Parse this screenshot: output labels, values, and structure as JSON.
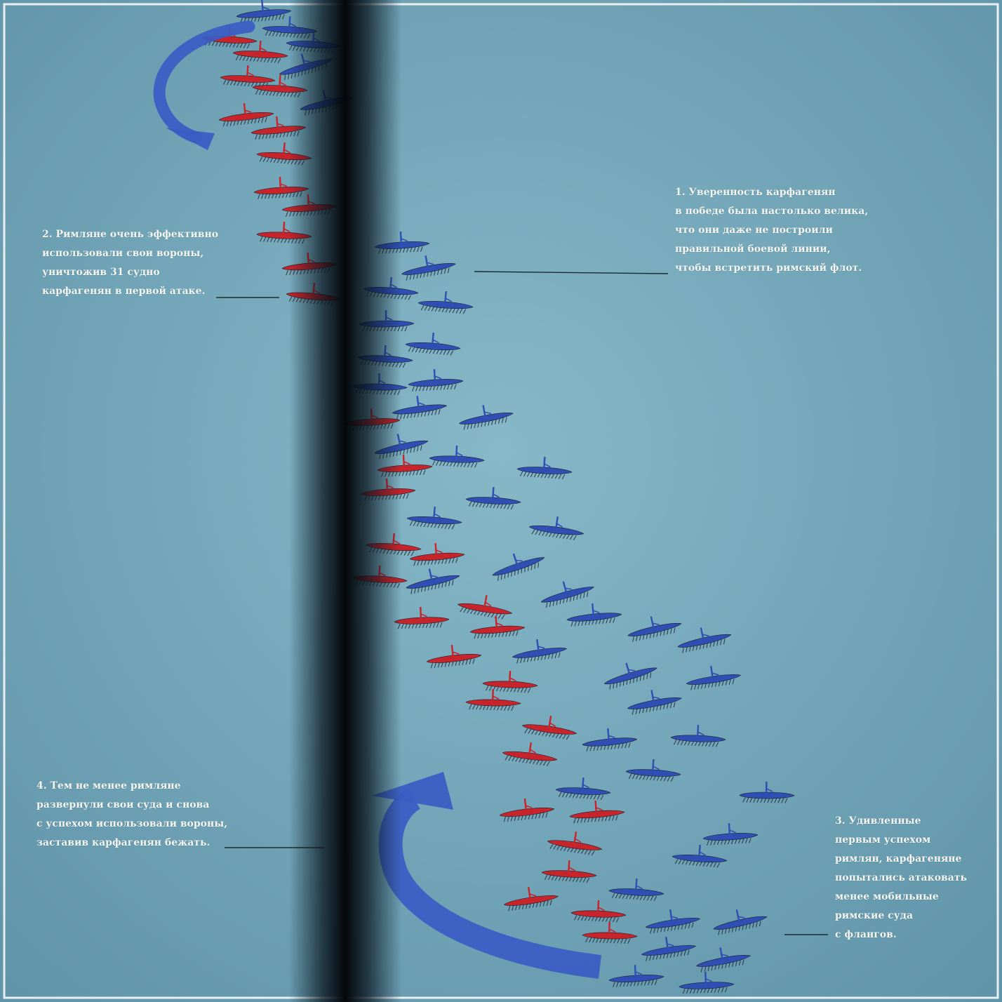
{
  "annotations": {
    "note_1": [
      "1. Уверенность карфагенян",
      "в победе была настолько велика,",
      "что они даже не построили",
      "правильной боевой линии,",
      "чтобы встретить римский флот."
    ],
    "note_2": [
      "2. Римляне очень эффективно",
      "использовали свои вороны,",
      "уничтожив 31 судно",
      "карфагенян в первой атаке."
    ],
    "note_3": [
      "3. Удивленные",
      "первым успехом",
      "римлян, карфагеняне",
      "попытались атаковать",
      "менее мобильные",
      "римские суда",
      "с флангов."
    ],
    "note_4": [
      "4. Тем не менее римляне",
      "развернули свои суда и снова",
      "с успехом использовали вороны,",
      "заставив карфагенян бежать."
    ]
  },
  "colors": {
    "sea": "#6fa3b6",
    "carthaginian_ships": "#c8242b",
    "roman_ships": "#2f4fb4",
    "movement_arrows": "#3a5cc4",
    "text": "#f4f7f2"
  },
  "fleets": {
    "carthaginian": {
      "color": "red"
    },
    "roman": {
      "color": "blue"
    }
  }
}
